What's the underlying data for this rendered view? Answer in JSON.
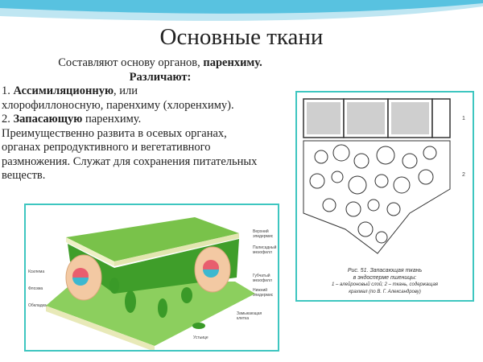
{
  "title": "Основные ткани",
  "intro": {
    "text": "Составляют основу органов, ",
    "bold": "паренхиму."
  },
  "distinguish": "Различают:",
  "item1": {
    "num": "1. ",
    "bold": "Ассимиляционную",
    "rest": ", или",
    "line2": "хлорофиллоносную, паренхиму (хлоренхиму)."
  },
  "item2": {
    "num": "2. ",
    "bold": "Запасающую",
    "rest": " паренхиму."
  },
  "description": "Преимущественно развита в осевых органах, органах репродуктивного и вегетативного размножения. Служат для сохранения питательных веществ.",
  "leaf_labels": {
    "upper": "Верхний эпидермис",
    "palisade": "Палисадный мезофилл",
    "spongy": "Губчатый мезофилл",
    "lower": "Нижний эпидермис",
    "xylem": "Ксилема",
    "phloem": "Флоэма",
    "sheath": "Обкладка",
    "guard": "Замыкающая клетка",
    "stoma": "Устьице"
  },
  "wheat_labels": {
    "l1": "1",
    "l2": "2"
  },
  "caption": {
    "line1": "Рис. 51. Запасающая ткань",
    "line2": "в эндосперме пшеницы:",
    "line3": "1 – алейроновый слой; 2 – ткань, содержащая",
    "line4": "крахмал (по В. Г. Александрову)"
  },
  "colors": {
    "accent": "#3ec6c0",
    "leaf_green": "#5cb83a"
  }
}
